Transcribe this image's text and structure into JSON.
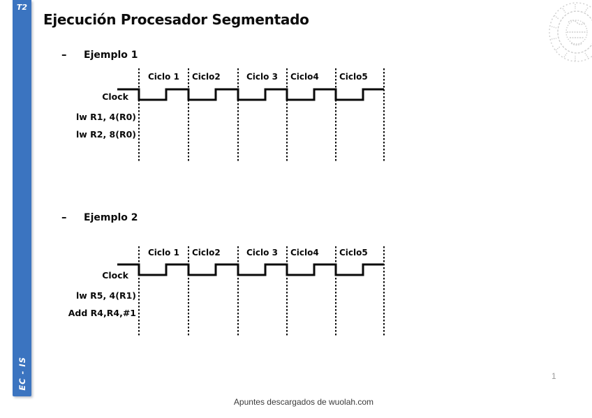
{
  "slide": {
    "tab_label": "T2",
    "sidebar_vertical_label": "EC - IS",
    "title": "Ejecución Procesador Segmentado",
    "page_number": "1",
    "footer": "Apuntes descargados de wuolah.com"
  },
  "examples": [
    {
      "heading_dash": "–",
      "heading": "Ejemplo 1",
      "clock_label": "Clock",
      "instructions": [
        "lw R1, 4(R0)",
        "lw R2, 8(R0)"
      ],
      "cycles": [
        "Ciclo 1",
        "Ciclo2",
        "Ciclo 3",
        "Ciclo4",
        "Ciclo5"
      ]
    },
    {
      "heading_dash": "–",
      "heading": "Ejemplo 2",
      "clock_label": "Clock",
      "instructions": [
        "lw R5, 4(R1)",
        "Add R4,R4,#1"
      ],
      "cycles": [
        "Ciclo 1",
        "Ciclo2",
        "Ciclo 3",
        "Ciclo4",
        "Ciclo5"
      ]
    }
  ],
  "colors": {
    "sidebar_blue": "#3B74C0",
    "line_black": "#0a0a0a",
    "seal_gray": "#c9c9c9",
    "page_number_gray": "#9a9a9a"
  }
}
